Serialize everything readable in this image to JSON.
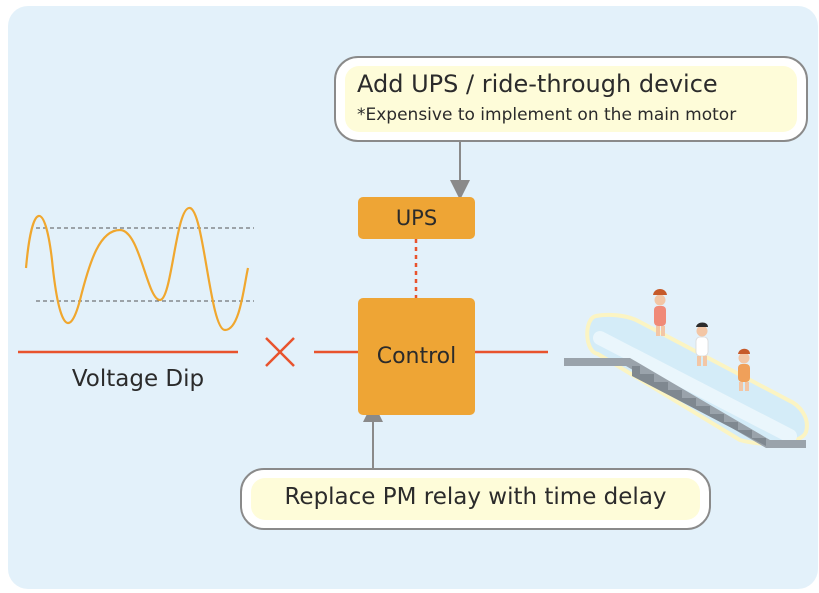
{
  "ups_callout": {
    "title": "Add UPS / ride-through device",
    "subtitle": "*Expensive to implement on the main motor"
  },
  "ups_box": {
    "label": "UPS"
  },
  "control_box": {
    "label": "Control"
  },
  "voltage_dip": {
    "label": "Voltage Dip"
  },
  "relay_callout": {
    "label": "Replace PM relay with time delay"
  },
  "colors": {
    "background": "#e3f1fa",
    "box": "#eea535",
    "line": "#e8532d",
    "wave": "#f0a72e",
    "arrow": "#8a8a8a",
    "callout_fill": "#fefcd9"
  },
  "icons": [
    "wave-icon",
    "cross-icon",
    "escalator-icon"
  ]
}
